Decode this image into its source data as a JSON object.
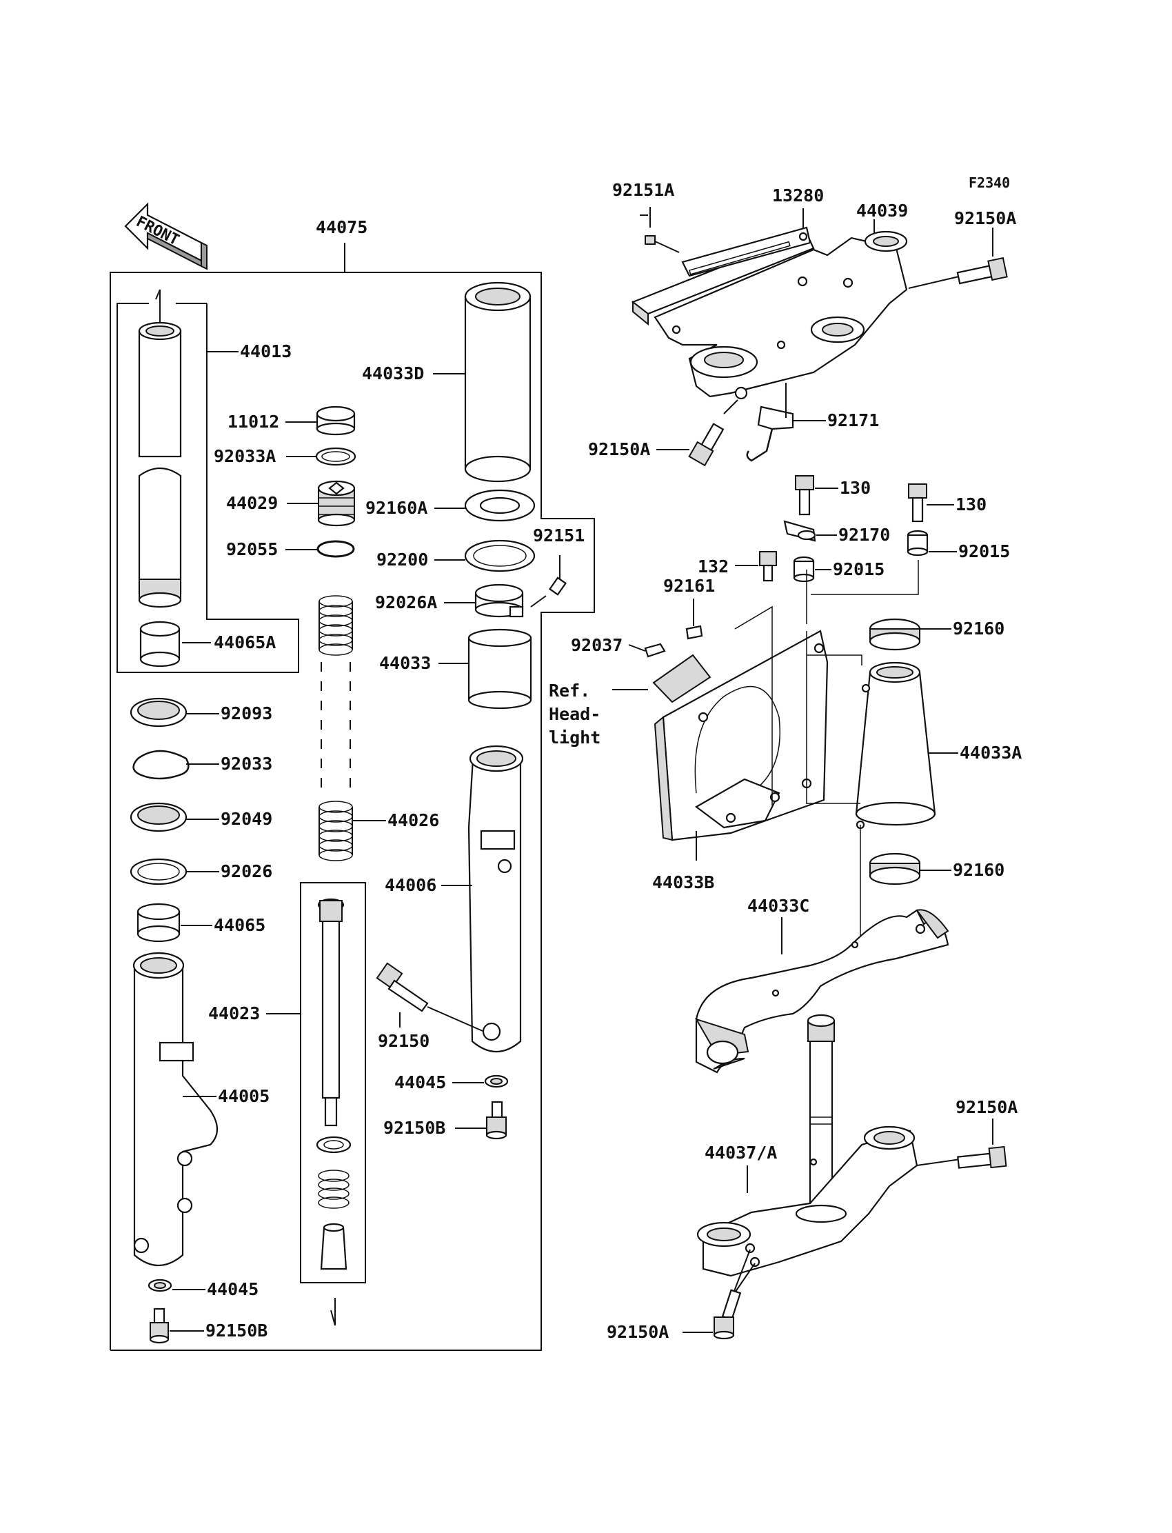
{
  "figure_code": "F2340",
  "front_arrow": {
    "text": "FRONT",
    "icon": "front-direction-arrow-icon"
  },
  "ref_note": [
    "Ref.",
    "Head-",
    "light"
  ],
  "labels": {
    "l44075": "44075",
    "l44013": "44013",
    "l44033D": "44033D",
    "l11012": "11012",
    "l92033A": "92033A",
    "l44029": "44029",
    "l92160A": "92160A",
    "l92055": "92055",
    "l92200": "92200",
    "l92151": "92151",
    "l92026A": "92026A",
    "l44065A": "44065A",
    "l44033": "44033",
    "l92093": "92093",
    "l92033": "92033",
    "l92049": "92049",
    "l44026": "44026",
    "l92026": "92026",
    "l44006": "44006",
    "l44065": "44065",
    "l44023": "44023",
    "l92150": "92150",
    "l44005": "44005",
    "l44045a": "44045",
    "l92150Ba": "92150B",
    "l44045b": "44045",
    "l92150Bb": "92150B",
    "l92151A": "92151A",
    "l13280": "13280",
    "l44039": "44039",
    "l92150Aa": "92150A",
    "l92171": "92171",
    "l92150Ab": "92150A",
    "l130a": "130",
    "l130b": "130",
    "l92170": "92170",
    "l132": "132",
    "l92015a": "92015",
    "l92015b": "92015",
    "l92161": "92161",
    "l92037": "92037",
    "l92160a": "92160",
    "l44033A": "44033A",
    "l44033B": "44033B",
    "l92160b": "92160",
    "l44033C": "44033C",
    "l92150Ac": "92150A",
    "l44037A": "44037/A",
    "l92150Ad": "92150A"
  }
}
